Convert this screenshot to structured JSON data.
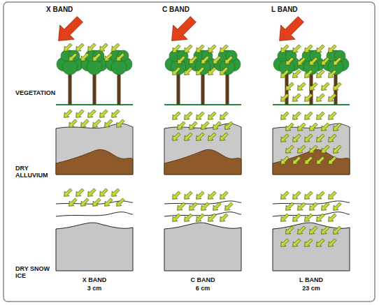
{
  "diagram": {
    "labels": [
      "X BAND",
      "C BAND",
      "L BAND",
      "VEGETATION",
      "DRY ALLUVIUM",
      "DRY SNOW ICE",
      "X BAND",
      "3 cm",
      "C BAND",
      "6 cm",
      "L BAND",
      "23 cm"
    ]
  }
}
